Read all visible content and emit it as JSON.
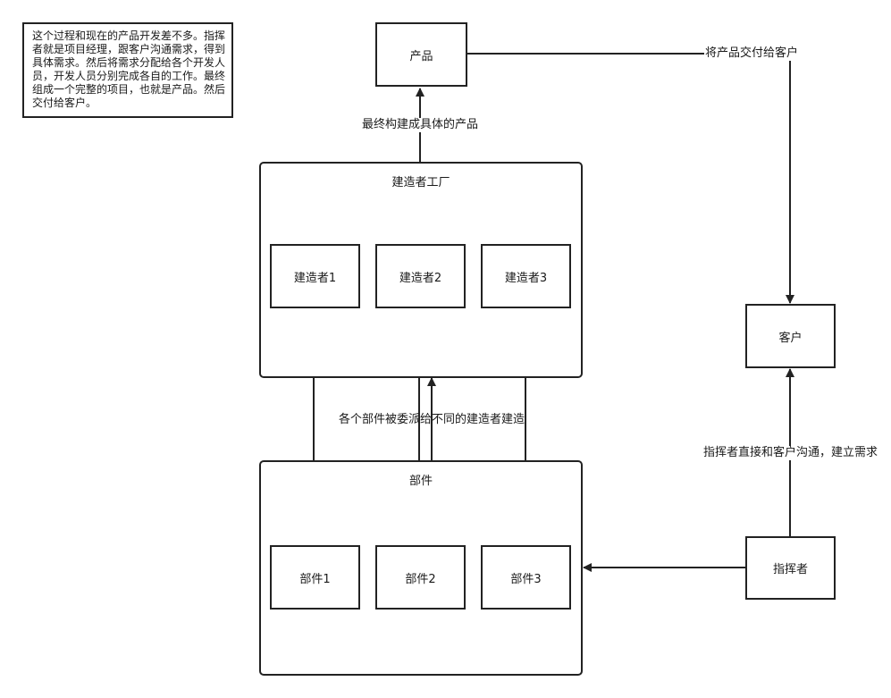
{
  "note": {
    "text": "这个过程和现在的产品开发差不多。指挥者就是项目经理，跟客户沟通需求，得到具体需求。然后将需求分配给各个开发人员，开发人员分别完成各自的工作。最终组成一个完整的项目，也就是产品。然后交付给客户。"
  },
  "nodes": {
    "product": "产品",
    "customer": "客户",
    "director": "指挥者"
  },
  "builder_factory": {
    "title": "建造者工厂",
    "builders": [
      "建造者1",
      "建造者2",
      "建造者3"
    ]
  },
  "parts_group": {
    "title": "部件",
    "parts": [
      "部件1",
      "部件2",
      "部件3"
    ]
  },
  "edges": {
    "factory_to_product": "最终构建成具体的产品",
    "product_to_customer": "将产品交付给客户",
    "parts_to_builders": "各个部件被委派给不同的建造者建造",
    "director_to_customer": "指挥者直接和客户沟通，建立需求"
  }
}
